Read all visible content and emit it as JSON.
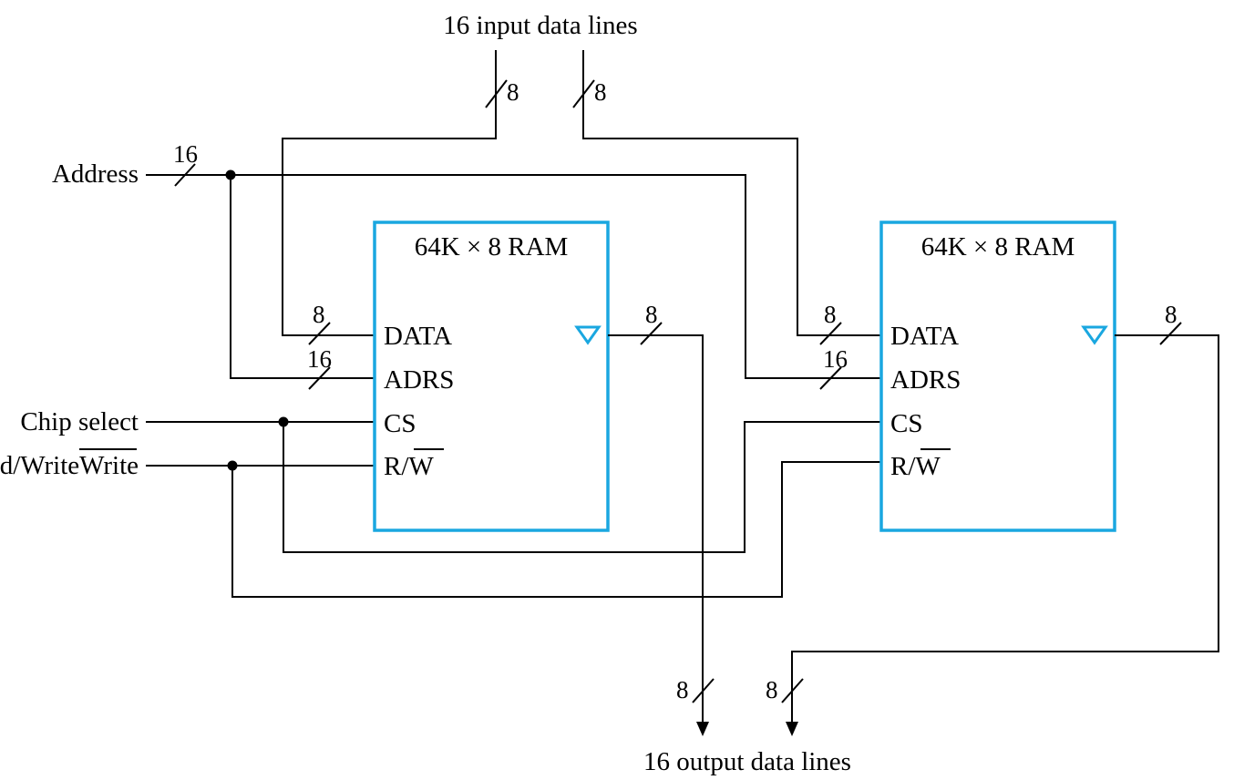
{
  "inputs": {
    "address": "Address",
    "chip_select": "Chip select",
    "read_write": "Read/Write",
    "read_write_overbar": "Write"
  },
  "buses": {
    "input_data": "16 input data lines",
    "output_data": "16 output data lines"
  },
  "widths": {
    "address_bus": "16",
    "data_in_left": "8",
    "data_in_right": "8",
    "chip1_data": "8",
    "chip1_adrs": "16",
    "chip1_out": "8",
    "chip2_data": "8",
    "chip2_adrs": "16",
    "chip2_out": "8",
    "out_left": "8",
    "out_right": "8"
  },
  "chips": [
    {
      "title": "64K × 8 RAM",
      "ports": {
        "data": "DATA",
        "adrs": "ADRS",
        "cs": "CS",
        "rw": "R/",
        "rw_bar": "W"
      }
    },
    {
      "title": "64K × 8 RAM",
      "ports": {
        "data": "DATA",
        "adrs": "ADRS",
        "cs": "CS",
        "rw": "R/",
        "rw_bar": "W"
      }
    }
  ],
  "colors": {
    "chip_outline": "#1aa7e0",
    "wire": "#000000"
  }
}
